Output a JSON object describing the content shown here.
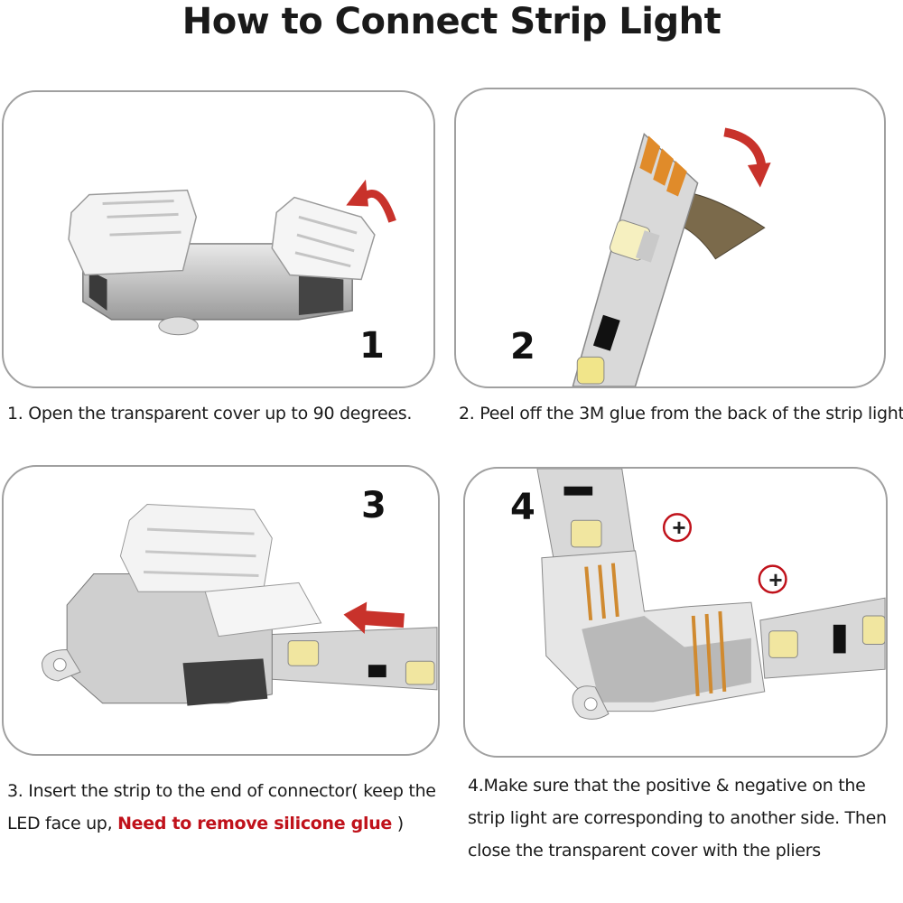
{
  "title": "How  to Connect Strip Light",
  "steps": [
    {
      "number": "1",
      "caption": "1. Open the transparent cover up to 90 degrees."
    },
    {
      "number": "2",
      "caption": "2. Peel off the 3M glue from the back of the strip light."
    },
    {
      "number": "3",
      "caption_part1": "3. Insert the strip to the end of connector( keep the LED face up, ",
      "caption_warning": "Need to remove silicone glue",
      "caption_part2": " )"
    },
    {
      "number": "4",
      "caption": "4.Make sure that the positive & negative on the strip light are corresponding to another side. Then close the transparent cover with the pliers",
      "polarity_mark": "+"
    }
  ],
  "colors": {
    "arrow": "#c8322b",
    "warning_text": "#c0121b",
    "polarity_circle": "#c0121b"
  }
}
